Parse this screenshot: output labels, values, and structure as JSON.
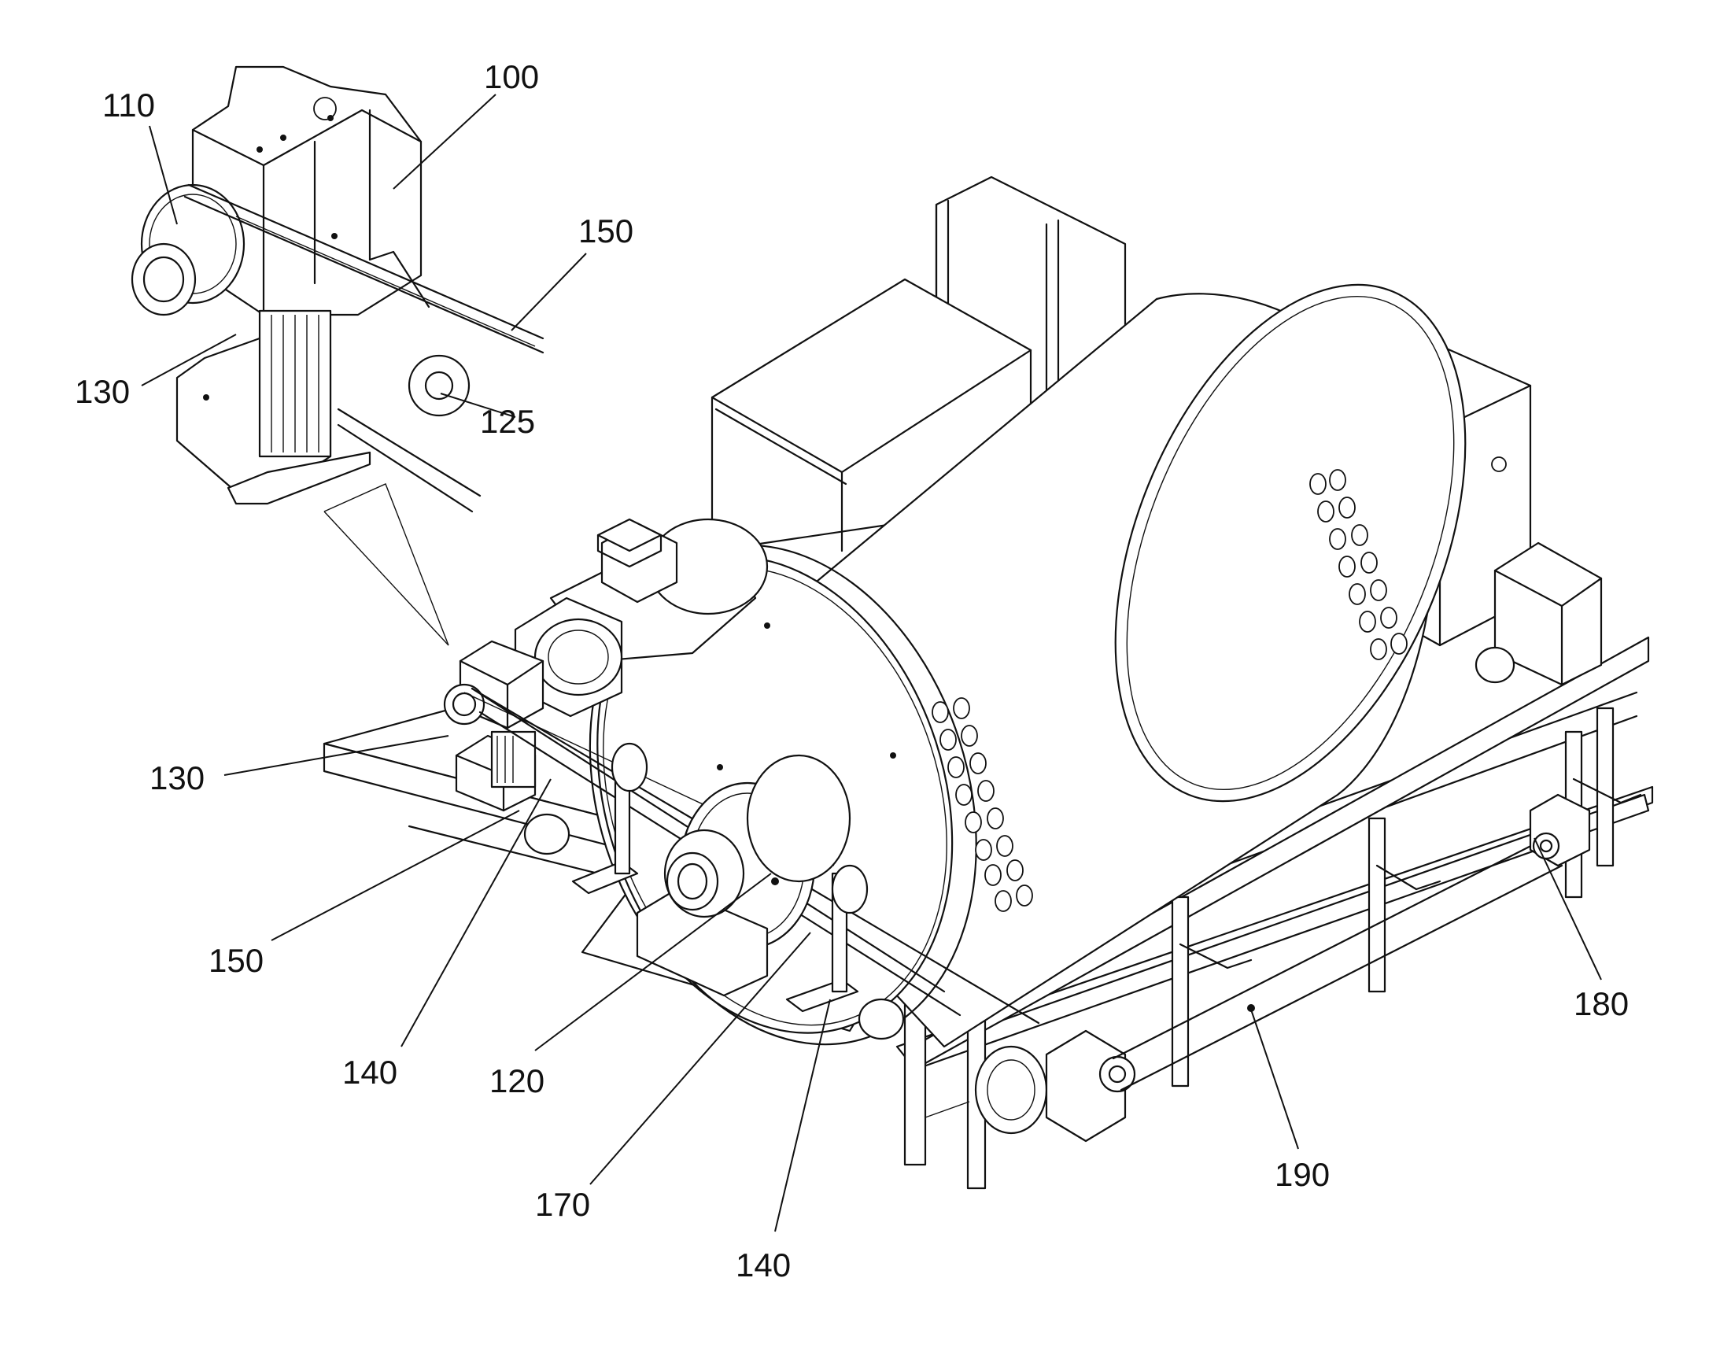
{
  "labels": {
    "l100": "100",
    "l110": "110",
    "l150_top": "150",
    "l130_top": "130",
    "l125": "125",
    "l130_mid": "130",
    "l150_bot": "150",
    "l140_left": "140",
    "l120": "120",
    "l170": "170",
    "l140_right": "140",
    "l180": "180",
    "l190": "190"
  },
  "colors": {
    "line": "#111111",
    "background": "#ffffff"
  }
}
